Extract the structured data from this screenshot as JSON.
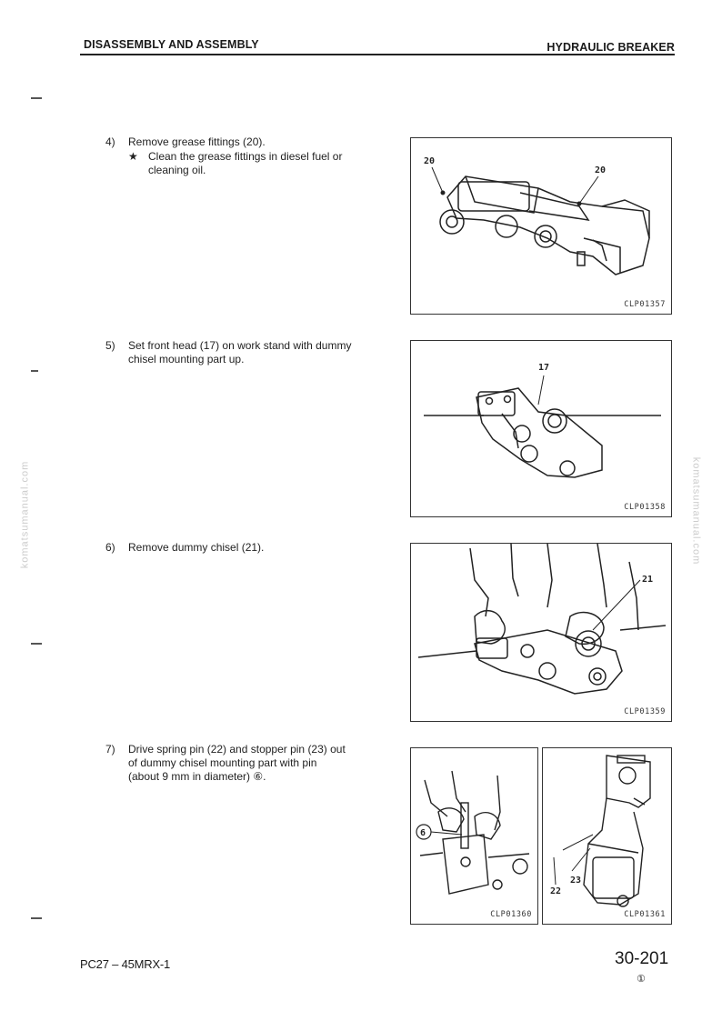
{
  "header": {
    "left": "DISASSEMBLY AND ASSEMBLY",
    "right": "HYDRAULIC BREAKER"
  },
  "steps": [
    {
      "number": "4)",
      "text": "Remove grease fittings (20).",
      "note": "Clean the grease fittings in diesel fuel or cleaning oil.",
      "note_lines": [
        "Clean the grease fittings in diesel fuel or",
        "cleaning oil."
      ]
    },
    {
      "number": "5)",
      "lines": [
        "Set front head (17) on work stand with dummy",
        "chisel mounting part up."
      ]
    },
    {
      "number": "6)",
      "lines": [
        "Remove dummy chisel (21)."
      ]
    },
    {
      "number": "7)",
      "lines": [
        "Drive spring pin (22) and stopper pin (23) out",
        "of dummy chisel mounting part with pin",
        "(about 9 mm in diameter) ⑥."
      ]
    }
  ],
  "note_symbol": "★",
  "figures": [
    {
      "code": "CLP01357",
      "callouts": [
        "20",
        "20"
      ]
    },
    {
      "code": "CLP01358",
      "callouts": [
        "17"
      ]
    },
    {
      "code": "CLP01359",
      "callouts": [
        "21"
      ]
    },
    {
      "code": "CLP01360",
      "callouts": [
        "6"
      ]
    },
    {
      "code": "CLP01361",
      "callouts": [
        "22",
        "23"
      ]
    }
  ],
  "watermark": "komatsumanual.com",
  "footer": {
    "model": "PC27 – 45MRX-1",
    "page": "30-201",
    "revision": "①"
  }
}
